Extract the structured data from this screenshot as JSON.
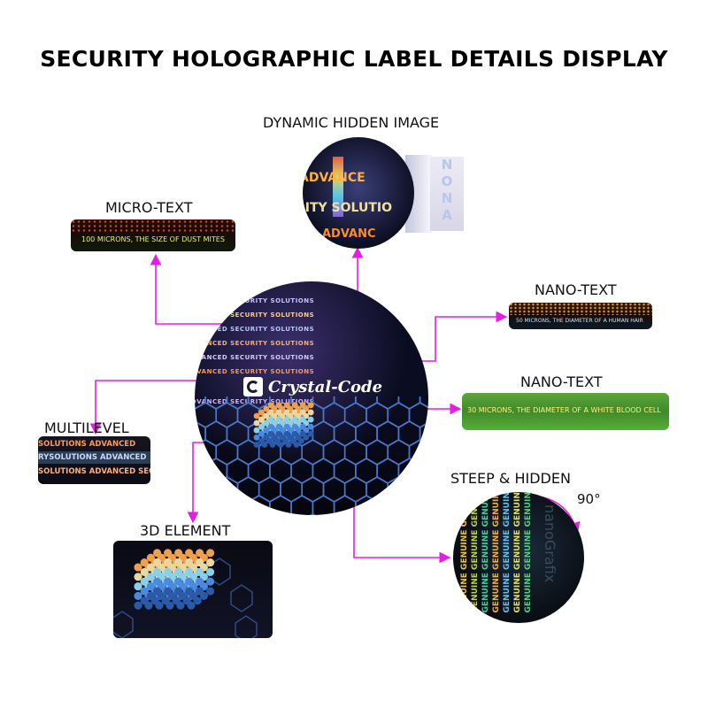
{
  "title": "SECURITY HOLOGRAPHIC LABEL DETAILS DISPLAY",
  "labels": {
    "dynamic_hidden_image": "DYNAMIC HIDDEN IMAGE",
    "micro_text": "MICRO-TEXT",
    "nano_text_1": "NANO-TEXT",
    "nano_text_2": "NANO-TEXT",
    "multilevel": "MULTILEVEL",
    "element_3d": "3D ELEMENT",
    "steep_hidden": "STEEP & HIDDEN",
    "angle": "90°"
  },
  "strips": {
    "micro_text": "100 MICRONS, THE SIZE OF DUST MITES",
    "nano_text_1": "50 MICRONS, THE DIAMETER OF A HUMAN HAIR",
    "nano_text_2": "30 MICRONS, THE DIAMETER OF A WHITE BLOOD CELL",
    "multilevel_1": "SOLUTIONS ADVANCED",
    "multilevel_2": "RYSOLUTIONS ADVANCED",
    "multilevel_3": "SOLUTIONS ADVANCED SECURITY"
  },
  "center": {
    "brand": "Crystal-Code",
    "pattern_text": "ADVANCED SECURITY SOLUTIONS"
  },
  "dynamic_image": {
    "line1": "ADVANCE",
    "line2": "RITY SOLUTIO",
    "line3": "ADVANC",
    "side_letters": [
      "N",
      "O",
      "N",
      "A"
    ]
  },
  "steep": {
    "word": "GENUINE",
    "brand": "nanoGrafix"
  },
  "colors": {
    "arrow": "#e51ee5",
    "title": "#000000",
    "nano_green": "#4c9a33"
  }
}
